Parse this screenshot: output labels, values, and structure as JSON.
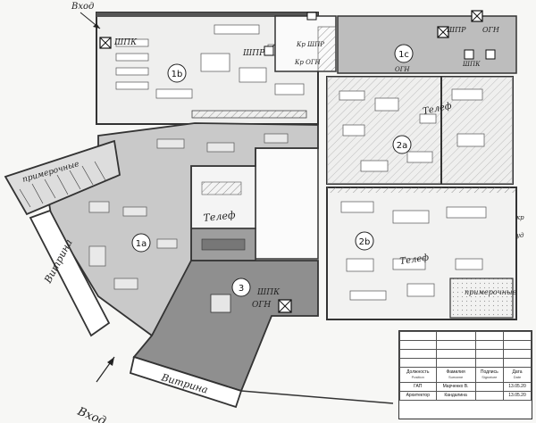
{
  "labels": {
    "entrance_top": "Вход",
    "entrance_bottom": "Вход",
    "zone_1a": "1a",
    "zone_1b": "1b",
    "zone_1c": "1c",
    "zone_2a": "2a",
    "zone_2b": "2b",
    "zone_3": "3",
    "fitting": "примерочные",
    "fitting_right": "примерочные",
    "showcase_left": "Витрина",
    "showcase_bottom": "Витрина",
    "shpk_top": "ШПК",
    "shpr_top": "ШПР",
    "shpr_right": "ШПР",
    "ogn_right": "ОГН",
    "ogn_1c": "ОГН",
    "shpk_1c": "ШПК",
    "shpk_3": "ШПК",
    "ogn_3": "ОГН",
    "kr_shpr": "Кр\nШПР",
    "kr_ogn": "Кр ОГН",
    "tele_1": "Телеф",
    "tele_2": "Телеф",
    "tele_3": "Телеф",
    "kr_right": "кр",
    "ud_right": "уд"
  },
  "stamp": {
    "headers": [
      {
        "ru": "Должность",
        "en": "Position"
      },
      {
        "ru": "Фамилия",
        "en": "Surname"
      },
      {
        "ru": "Подпись",
        "en": "Signature"
      },
      {
        "ru": "Дата",
        "en": "Date"
      }
    ],
    "rows": [
      {
        "position": "ГАП",
        "surname": "Марченко В.",
        "signature": "",
        "date": "13.05.20"
      },
      {
        "position": "Архитектор",
        "surname": "Кандалина",
        "signature": "",
        "date": "13.05.20"
      }
    ]
  }
}
